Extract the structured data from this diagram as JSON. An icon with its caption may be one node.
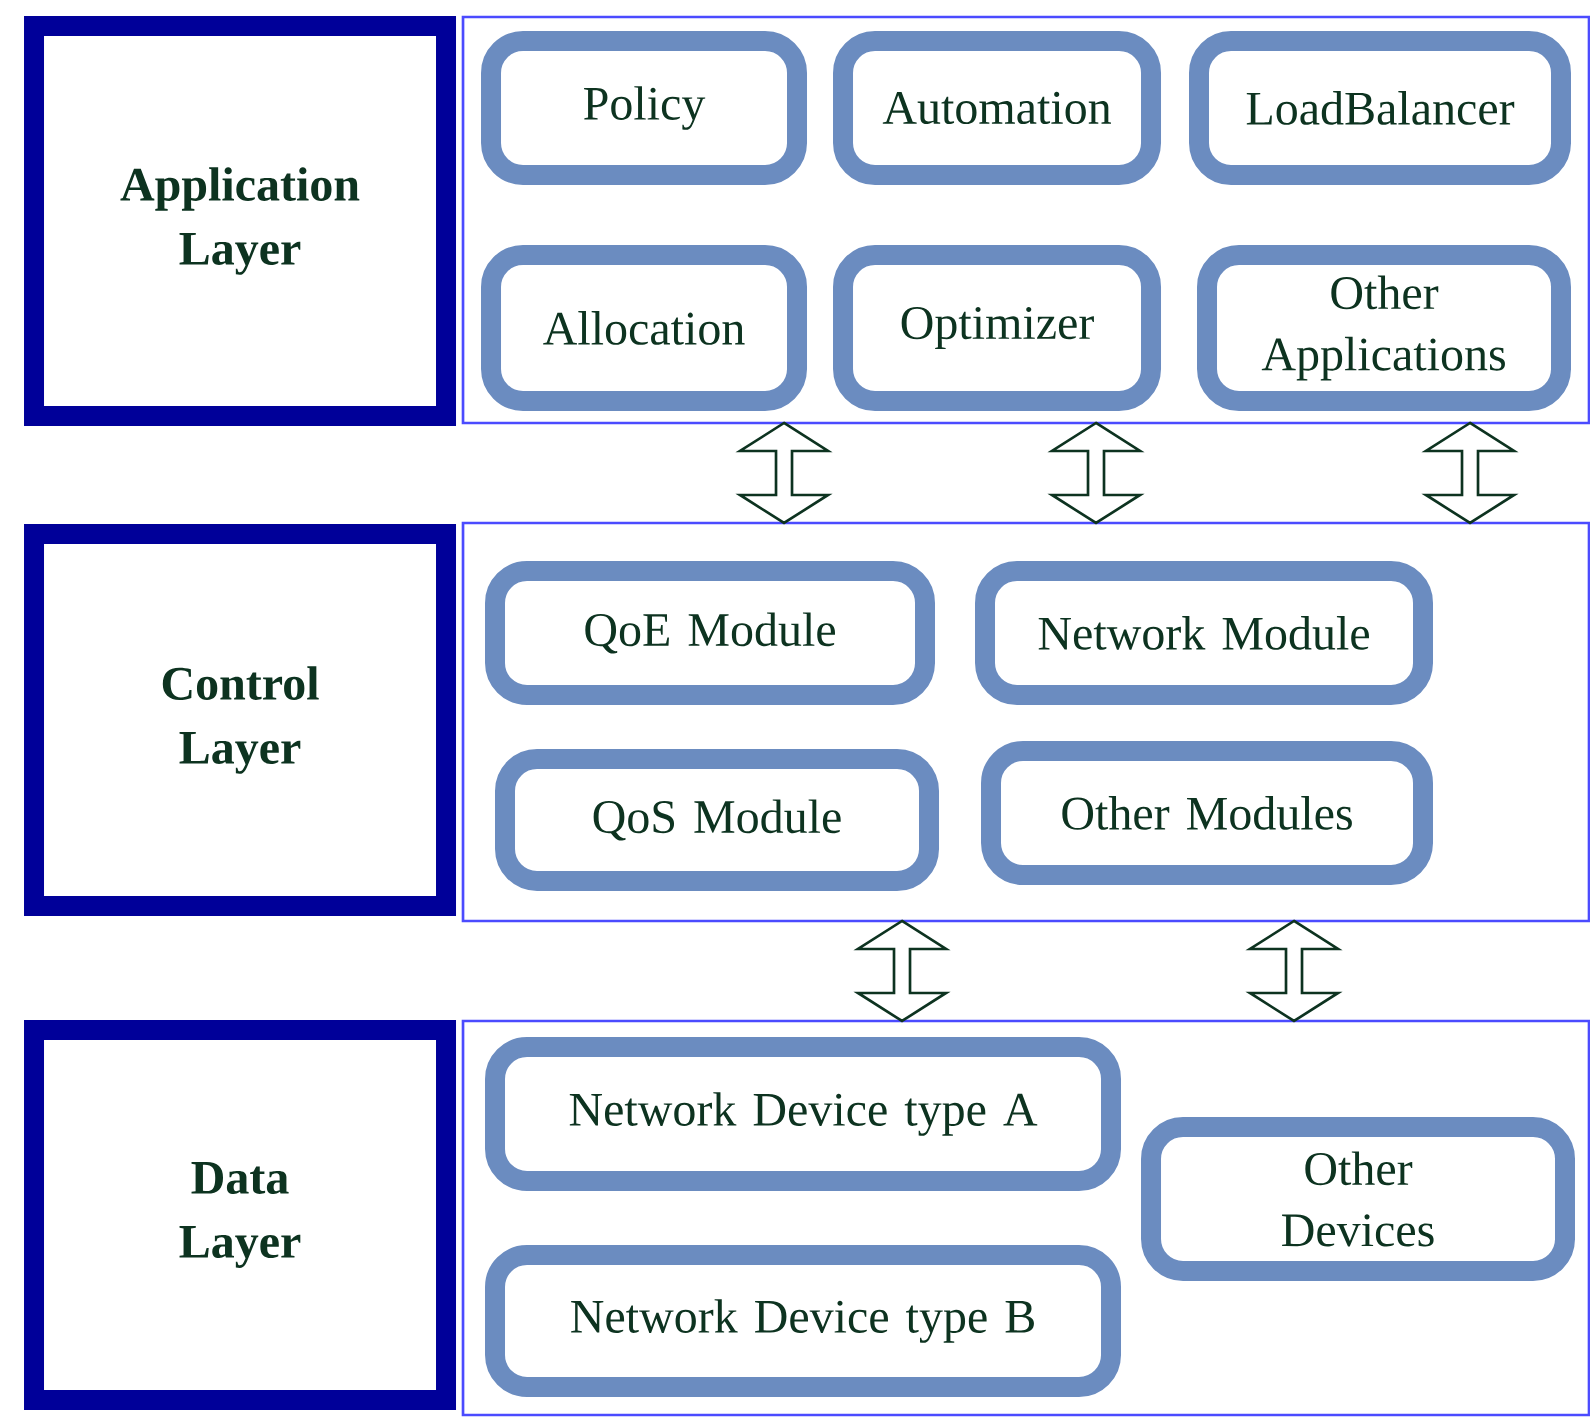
{
  "diagram": {
    "nodes": [
      {
        "text": [
          "Application Layer"
        ]
      },
      {
        "text": [],
        "shape": "box"
      },
      {
        "text": [
          "Policy"
        ],
        "in": 1
      },
      {
        "text": [
          "Automation"
        ],
        "in": 1
      },
      {
        "text": [
          "LoadBalancer"
        ],
        "in": 1
      },
      {
        "text": [
          "Allocation"
        ],
        "in": 1
      },
      {
        "text": [
          "Optimizer"
        ],
        "in": 1
      },
      {
        "text": [
          "Other Applications"
        ],
        "in": 1
      },
      {
        "text": [
          "Control Layer"
        ]
      },
      {
        "text": [],
        "shape": "box"
      },
      {
        "text": [
          "QoE Module"
        ],
        "in": 9
      },
      {
        "text": [
          "Network Module"
        ],
        "in": 9
      },
      {
        "text": [
          "QoS Module"
        ],
        "in": 9
      },
      {
        "text": [
          "Other Modules"
        ],
        "in": 9
      },
      {
        "text": [
          "Data Layer"
        ]
      },
      {
        "text": [],
        "shape": "box"
      },
      {
        "text": [
          "Network Device type A"
        ],
        "in": 15
      },
      {
        "text": [
          "Network Device type B"
        ],
        "in": 15
      },
      {
        "text": [
          "Other Devices"
        ],
        "in": 15
      }
    ],
    "edges": [
      {
        "from": 1,
        "to": 9,
        "arrow": "both"
      },
      {
        "from": 1,
        "to": 9,
        "arrow": "both"
      },
      {
        "from": 1,
        "to": 9,
        "arrow": "both"
      },
      {
        "from": 9,
        "to": 15,
        "arrow": "both"
      },
      {
        "from": 9,
        "to": 15,
        "arrow": "both"
      }
    ]
  }
}
